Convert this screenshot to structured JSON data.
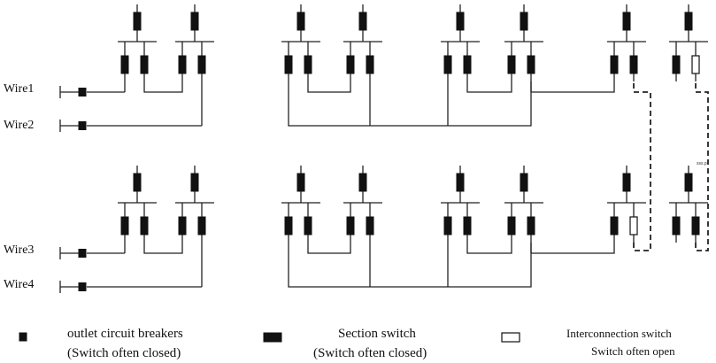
{
  "wires": [
    "Wire1",
    "Wire2",
    "Wire3",
    "Wire4"
  ],
  "tiny_note": "sss.p",
  "legend": {
    "breaker": {
      "line1": "outlet circuit breakers",
      "line2": "(Switch often closed)"
    },
    "section": {
      "line1": "Section switch",
      "line2": "(Switch often closed)"
    },
    "interconnection": {
      "line1": "Interconnection switch",
      "line2": "Switch often open"
    }
  },
  "colors": {
    "line": "#222222",
    "switch_fill": "#111111",
    "open_fill": "#ffffff"
  },
  "icons": {
    "breaker": "small-filled-square-icon",
    "section": "filled-rectangle-icon",
    "interconnection": "hollow-rectangle-icon"
  }
}
